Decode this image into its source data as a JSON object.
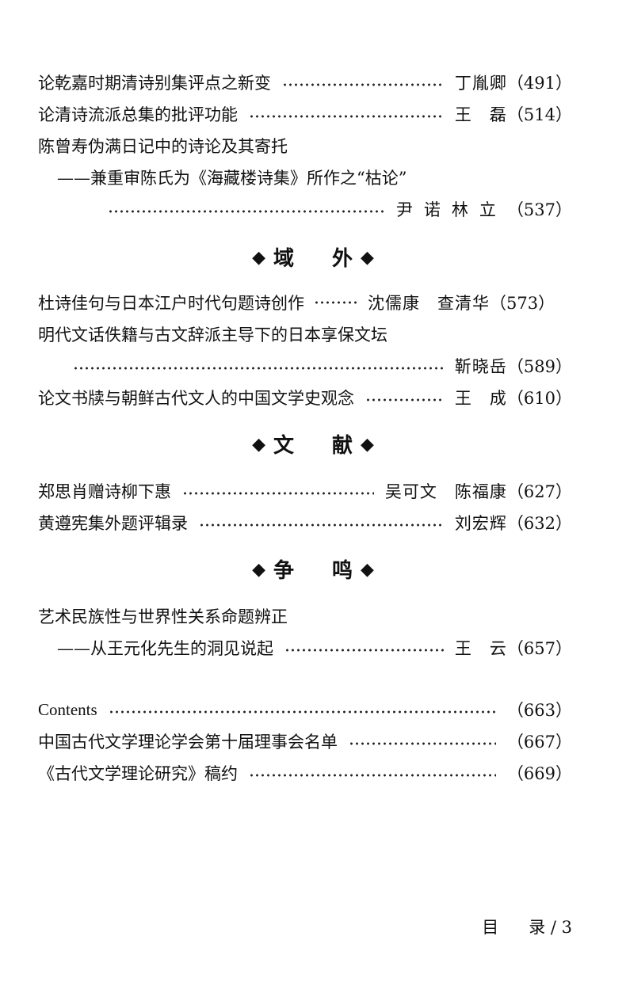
{
  "entries_top": [
    {
      "title": "论乾嘉时期清诗别集评点之新变",
      "author": "丁胤卿",
      "page": "（491）"
    },
    {
      "title": "论清诗流派总集的批评功能",
      "author": "王　磊",
      "page": "（514）"
    }
  ],
  "entry_chen": {
    "title": "陈曾寿伪满日记中的诗论及其寄托",
    "subtitle": "——兼重审陈氏为《海藏楼诗集》所作之“枯论”",
    "author": "尹诺林立",
    "page": "（537）"
  },
  "sections": [
    {
      "diamond_left": "◆",
      "word1": "域",
      "word2": "外",
      "diamond_right": "◆"
    },
    {
      "diamond_left": "◆",
      "word1": "文",
      "word2": "献",
      "diamond_right": "◆"
    },
    {
      "diamond_left": "◆",
      "word1": "争",
      "word2": "鸣",
      "diamond_right": "◆"
    }
  ],
  "entries_yuwai": [
    {
      "title": "杜诗佳句与日本江户时代句题诗创作",
      "author": "沈儒康　查清华",
      "page": "（573）"
    }
  ],
  "entry_ming": {
    "title": "明代文话佚籍与古文辞派主导下的日本享保文坛",
    "author": "靳晓岳",
    "page": "（589）"
  },
  "entry_lunwen": {
    "title": "论文书牍与朝鲜古代文人的中国文学史观念",
    "author": "王　成",
    "page": "（610）"
  },
  "entries_wenxian": [
    {
      "title": "郑思肖赠诗柳下惠",
      "author": "吴可文　陈福康",
      "page": "（627）"
    },
    {
      "title": "黄遵宪集外题评辑录",
      "author": "刘宏辉",
      "page": "（632）"
    }
  ],
  "entry_yishu": {
    "title": "艺术民族性与世界性关系命题辨正",
    "subtitle": "——从王元化先生的洞见说起",
    "author": "王　云",
    "page": "（657）"
  },
  "entries_end": [
    {
      "title": "Contents",
      "page": "（663）"
    },
    {
      "title": "中国古代文学理论学会第十届理事会名单",
      "page": "（667）"
    },
    {
      "title": "《古代文学理论研究》稿约",
      "page": "（669）"
    }
  ],
  "footer": {
    "left": "目",
    "right": "录 / 3"
  }
}
